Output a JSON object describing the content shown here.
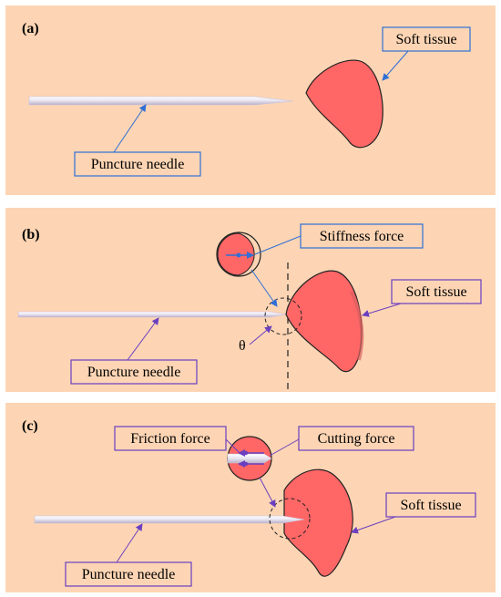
{
  "colors": {
    "background": "#fdd5b4",
    "tissue": "#ff6666",
    "needle": "#e8e4f0",
    "arrow_blue": "#2f6fd6",
    "arrow_purple": "#6a3fc0"
  },
  "panels": {
    "a": {
      "label": "(a)",
      "soft_tissue": "Soft tissue",
      "puncture_needle": "Puncture needle"
    },
    "b": {
      "label": "(b)",
      "stiffness_force": "Stiffness force",
      "soft_tissue": "Soft tissue",
      "puncture_needle": "Puncture needle",
      "theta": "θ"
    },
    "c": {
      "label": "(c)",
      "friction_force": "Friction force",
      "cutting_force": "Cutting force",
      "soft_tissue": "Soft tissue",
      "puncture_needle": "Puncture needle"
    }
  }
}
